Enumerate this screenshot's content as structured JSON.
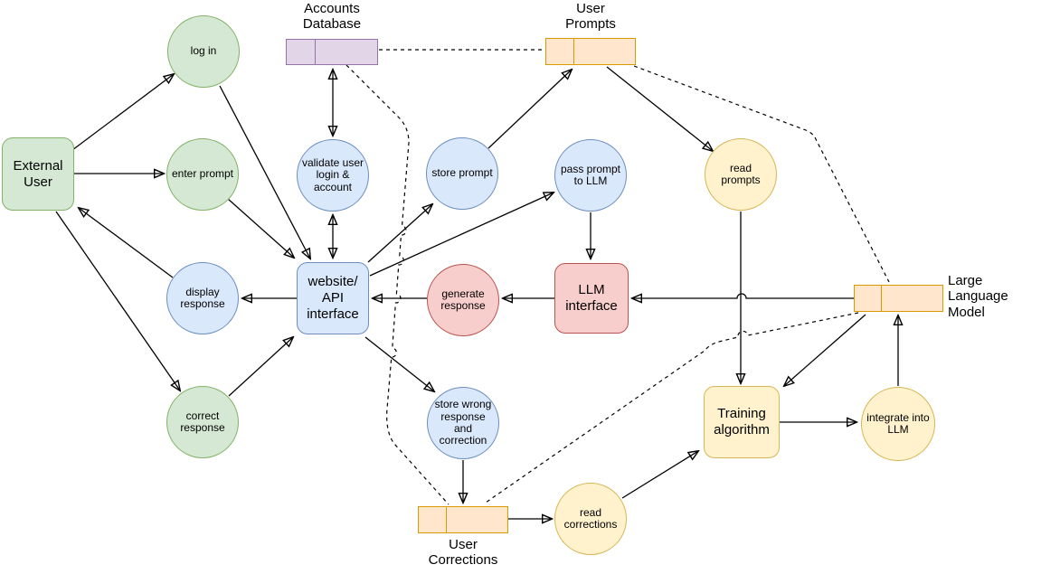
{
  "diagram": {
    "type": "data-flow-diagram",
    "external_entities": {
      "external_user": {
        "label": "External User",
        "color_key": "green",
        "shape": "rounded-rectangle"
      }
    },
    "processes": {
      "log_in": {
        "label": "log in",
        "color_key": "green"
      },
      "enter_prompt": {
        "label": "enter prompt",
        "color_key": "green"
      },
      "display_response": {
        "label": "display response",
        "color_key": "blue"
      },
      "correct_response": {
        "label": "correct response",
        "color_key": "green"
      },
      "validate_user_login": {
        "label": "validate user login & account",
        "color_key": "blue"
      },
      "store_prompt": {
        "label": "store prompt",
        "color_key": "blue"
      },
      "pass_prompt_to_llm": {
        "label": "pass prompt to LLM",
        "color_key": "blue"
      },
      "generate_response": {
        "label": "generate response",
        "color_key": "red"
      },
      "read_prompts": {
        "label": "read prompts",
        "color_key": "yellow"
      },
      "store_wrong_response": {
        "label": "store wrong response and correction",
        "color_key": "blue"
      },
      "read_corrections": {
        "label": "read corrections",
        "color_key": "yellow"
      },
      "integrate_into_llm": {
        "label": "integrate into LLM",
        "color_key": "yellow"
      },
      "website_api_interface": {
        "label": "website/ API interface",
        "color_key": "blue",
        "shape": "rounded-rectangle"
      },
      "llm_interface": {
        "label": "LLM interface",
        "color_key": "red",
        "shape": "rounded-rectangle"
      },
      "training_algorithm": {
        "label": "Training algorithm",
        "color_key": "yellow",
        "shape": "rounded-rectangle"
      }
    },
    "data_stores": {
      "accounts_database": {
        "label": "Accounts Database",
        "color_key": "purple",
        "label_position": "above"
      },
      "user_prompts": {
        "label": "User Prompts",
        "color_key": "orange",
        "label_position": "above"
      },
      "large_language_model": {
        "label": "Large Language Model",
        "color_key": "orange",
        "label_position": "right"
      },
      "user_corrections": {
        "label": "User Corrections",
        "color_key": "orange",
        "label_position": "below"
      }
    },
    "edges": [
      {
        "from": "external_user",
        "to": "log_in",
        "style": "solid"
      },
      {
        "from": "external_user",
        "to": "enter_prompt",
        "style": "solid"
      },
      {
        "from": "display_response",
        "to": "external_user",
        "style": "solid"
      },
      {
        "from": "external_user",
        "to": "correct_response",
        "style": "solid"
      },
      {
        "from": "log_in",
        "to": "website_api_interface",
        "style": "solid"
      },
      {
        "from": "enter_prompt",
        "to": "website_api_interface",
        "style": "solid"
      },
      {
        "from": "website_api_interface",
        "to": "validate_user_login",
        "style": "solid",
        "bidirectional": true
      },
      {
        "from": "validate_user_login",
        "to": "accounts_database",
        "style": "solid",
        "bidirectional": true
      },
      {
        "from": "website_api_interface",
        "to": "store_prompt",
        "style": "solid"
      },
      {
        "from": "store_prompt",
        "to": "user_prompts",
        "style": "solid"
      },
      {
        "from": "website_api_interface",
        "to": "pass_prompt_to_llm",
        "style": "solid"
      },
      {
        "from": "pass_prompt_to_llm",
        "to": "llm_interface",
        "style": "solid"
      },
      {
        "from": "large_language_model",
        "to": "llm_interface",
        "style": "solid"
      },
      {
        "from": "llm_interface",
        "to": "generate_response",
        "style": "solid"
      },
      {
        "from": "generate_response",
        "to": "website_api_interface",
        "style": "solid"
      },
      {
        "from": "website_api_interface",
        "to": "display_response",
        "style": "solid"
      },
      {
        "from": "correct_response",
        "to": "website_api_interface",
        "style": "solid"
      },
      {
        "from": "website_api_interface",
        "to": "store_wrong_response",
        "style": "solid"
      },
      {
        "from": "store_wrong_response",
        "to": "user_corrections",
        "style": "solid"
      },
      {
        "from": "user_corrections",
        "to": "read_corrections",
        "style": "solid"
      },
      {
        "from": "read_corrections",
        "to": "training_algorithm",
        "style": "solid"
      },
      {
        "from": "user_prompts",
        "to": "read_prompts",
        "style": "solid"
      },
      {
        "from": "read_prompts",
        "to": "training_algorithm",
        "style": "solid"
      },
      {
        "from": "large_language_model",
        "to": "training_algorithm",
        "style": "solid"
      },
      {
        "from": "training_algorithm",
        "to": "integrate_into_llm",
        "style": "solid"
      },
      {
        "from": "integrate_into_llm",
        "to": "large_language_model",
        "style": "solid"
      },
      {
        "from": "accounts_database",
        "to": "user_prompts",
        "style": "dashed"
      },
      {
        "from": "accounts_database",
        "to": "user_corrections",
        "style": "dashed"
      },
      {
        "from": "user_prompts",
        "to": "large_language_model",
        "style": "dashed"
      },
      {
        "from": "large_language_model",
        "to": "user_corrections",
        "style": "dashed"
      }
    ],
    "palette": {
      "green": {
        "fill": "#d5e8d4",
        "stroke": "#82b366"
      },
      "blue": {
        "fill": "#dae8fc",
        "stroke": "#6c8ebf"
      },
      "purple": {
        "fill": "#e1d5e7",
        "stroke": "#9673a6"
      },
      "red": {
        "fill": "#f8cecc",
        "stroke": "#b85450"
      },
      "orange": {
        "fill": "#ffe6cc",
        "stroke": "#d79b00"
      },
      "yellow": {
        "fill": "#fff2cc",
        "stroke": "#d6b656"
      },
      "edge": "#000000",
      "background": "#ffffff"
    }
  }
}
